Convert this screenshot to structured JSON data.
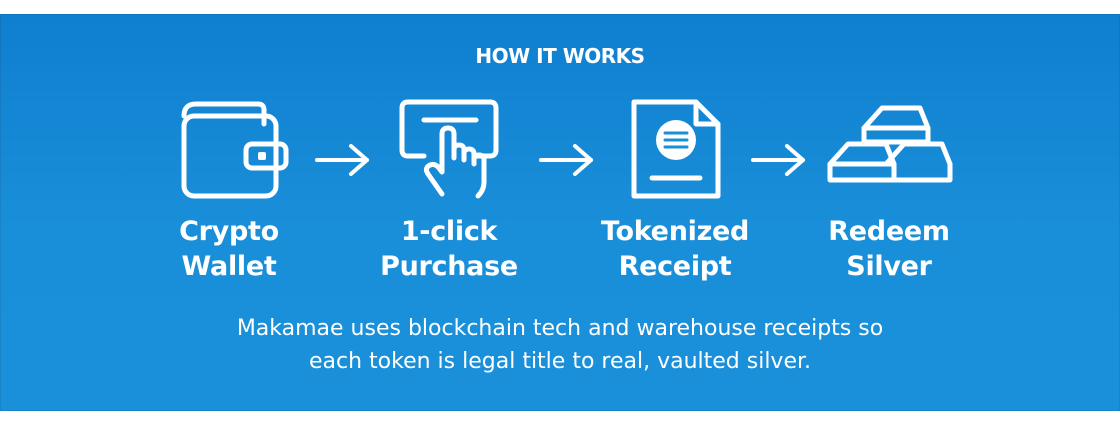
{
  "header": {
    "title": "HOW IT WORKS"
  },
  "steps": [
    {
      "icon": "wallet-icon",
      "line1": "Crypto",
      "line2": "Wallet"
    },
    {
      "icon": "click-hand-icon",
      "line1": "1-click",
      "line2": "Purchase"
    },
    {
      "icon": "receipt-document-icon",
      "line1": "Tokenized",
      "line2": "Receipt"
    },
    {
      "icon": "silver-bars-icon",
      "line1": "Redeem",
      "line2": "Silver"
    }
  ],
  "arrows": [
    "arrow-right-icon",
    "arrow-right-icon",
    "arrow-right-icon"
  ],
  "description": {
    "line1": "Makamae uses blockchain tech and warehouse receipts so",
    "line2": "each token is legal title to real, vaulted silver."
  },
  "colors": {
    "background": "#1a8fd9",
    "foreground": "#ffffff"
  }
}
